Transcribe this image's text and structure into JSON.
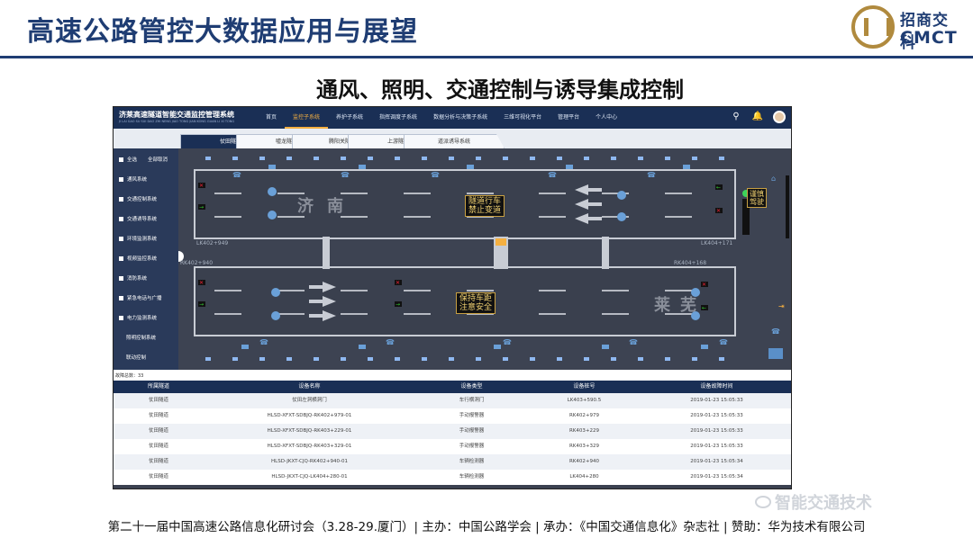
{
  "slide": {
    "title": "高速公路管控大数据应用与展望",
    "subtitle": "通风、照明、交通控制与诱导集成控制",
    "footer": "第二十一届中国高速公路信息化研讨会（3.28-29.厦门）| 主办：中国公路学会 | 承办：《中国交通信息化》杂志社 | 赞助：华为技术有限公司",
    "watermark": "智能交通技术",
    "logo": {
      "cn": "招商交科",
      "en": "CMCT"
    }
  },
  "app": {
    "title": "济莱高速隧道智能交通监控管理系统",
    "title_en": "JI LAI GAO SU SUI DAO ZHI NENG JIAO TONG JIAN KONG GUAN LI XI TONG",
    "nav": [
      "首页",
      "监控子系统",
      "养护子系统",
      "指挥调度子系统",
      "数据分析与决策子系统",
      "三维可视化平台",
      "管理平台",
      "个人中心"
    ],
    "tabs": [
      "仗田隧道",
      "嘘龙隧道",
      "腾阳关隧道",
      "上游隧道",
      "道派诱导系统"
    ],
    "sidebar": [
      "全选",
      "全部取消",
      "通风系统",
      "交通控制系统",
      "交通诱导系统",
      "环境监测系统",
      "视频监控系统",
      "消防系统",
      "紧急电话与广播",
      "电力监测系统",
      "照明控制系统",
      "联动控制"
    ],
    "signs": {
      "upper": "隧道行车\n禁止变道",
      "lower": "保持车距\n注意安全",
      "right": "谨慎\n驾驶"
    },
    "map_labels": [
      "LK402+949",
      "LK404+171",
      "RK402+940",
      "RK404+168"
    ],
    "road_chars_upper": [
      "济",
      "南"
    ],
    "road_chars_lower": [
      "莱",
      "芜"
    ],
    "fault_count": "故障总数：33",
    "table": {
      "headers": [
        "所属隧道",
        "设备名称",
        "设备类型",
        "设备桩号",
        "设备故障时间"
      ],
      "rows": [
        [
          "仗田隧道",
          "仗田左洞横洞门",
          "车行横洞门",
          "LK403+590.5",
          "2019-01-23 15:05:33"
        ],
        [
          "仗田隧道",
          "HLSD-XFXT-SDBJQ-RK402+979-01",
          "手动报警器",
          "RK402+979",
          "2019-01-23 15:05:33"
        ],
        [
          "仗田隧道",
          "HLSD-XFXT-SDBJQ-RK403+229-01",
          "手动报警器",
          "RK403+229",
          "2019-01-23 15:05:33"
        ],
        [
          "仗田隧道",
          "HLSD-XFXT-SDBJQ-RK403+329-01",
          "手动报警器",
          "RK403+329",
          "2019-01-23 15:05:33"
        ],
        [
          "仗田隧道",
          "HLSD-JKXT-CJQ-RK402+940-01",
          "车辆检测器",
          "RK402+940",
          "2019-01-23 15:05:34"
        ],
        [
          "仗田隧道",
          "HLSD-JKXT-CJQ-LK404+280-01",
          "车辆检测器",
          "LK404+280",
          "2019-01-23 15:05:34"
        ]
      ]
    }
  }
}
